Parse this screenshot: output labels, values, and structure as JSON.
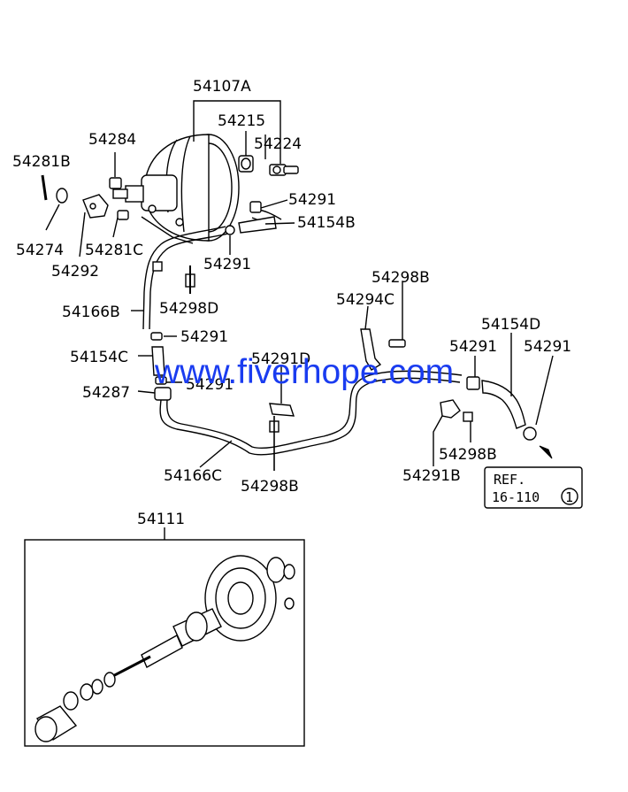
{
  "labels": {
    "booster": "54107A",
    "p54215": "54215",
    "p54224": "54224",
    "p54284": "54284",
    "p54281b": "54281B",
    "p54291_a": "54291",
    "p54154b": "54154B",
    "p54274": "54274",
    "p54281c": "54281C",
    "p54292": "54292",
    "p54291_b": "54291",
    "p54298d": "54298D",
    "p54166b": "54166B",
    "p54291_c": "54291",
    "p54154c": "54154C",
    "p54291_d": "54291",
    "p54287": "54287",
    "p54298b_top": "54298B",
    "p54294c": "54294C",
    "p54154d": "54154D",
    "p54291_e": "54291",
    "p54291_f": "54291",
    "p54291d": "54291D",
    "p54166c": "54166C",
    "p54298b_mid": "54298B",
    "p54298b_right": "54298B",
    "p54291b": "54291B",
    "p54111": "54111"
  },
  "reference": {
    "line1": "REF.",
    "line2": "16-110",
    "circled": "1"
  },
  "watermark": "www.fiverhope.com"
}
